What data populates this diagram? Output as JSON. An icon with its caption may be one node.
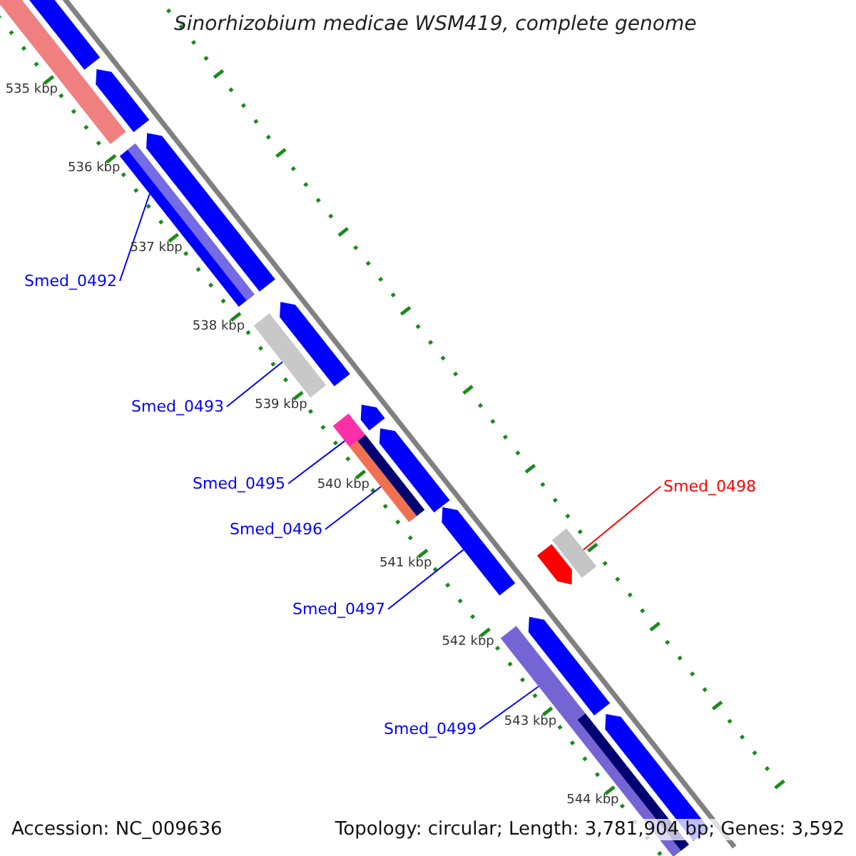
{
  "diagram": {
    "title": "Sinorhizobium medicae WSM419, complete genome",
    "nodes": [
      {
        "text": [
          "Smed_0492"
        ]
      },
      {
        "text": [
          "Smed_0493"
        ]
      },
      {
        "text": [
          "Smed_0495"
        ]
      },
      {
        "text": [
          "Smed_0496"
        ]
      },
      {
        "text": [
          "Smed_0497"
        ]
      },
      {
        "text": [
          "Smed_0498"
        ]
      },
      {
        "text": [
          "Smed_0499"
        ]
      },
      {
        "text": [],
        "shape": "bar"
      },
      {
        "text": [],
        "shape": "bar"
      },
      {
        "text": [],
        "shape": "bar"
      },
      {
        "text": [],
        "shape": "bar"
      },
      {
        "text": [],
        "shape": "bar",
        "in": 10
      },
      {
        "text": [],
        "shape": "bar"
      },
      {
        "text": [],
        "shape": "bar"
      },
      {
        "text": [],
        "shape": "bar"
      },
      {
        "text": [],
        "shape": "bar"
      },
      {
        "text": [],
        "shape": "bar"
      },
      {
        "text": [],
        "shape": "bar"
      },
      {
        "text": [],
        "shape": "bar"
      },
      {
        "text": [],
        "shape": "bar"
      },
      {
        "text": [],
        "shape": "bar"
      },
      {
        "text": [],
        "shape": "bar"
      },
      {
        "text": [],
        "shape": "bar"
      },
      {
        "text": [],
        "shape": "bar"
      },
      {
        "text": [],
        "shape": "bar",
        "in": 23
      },
      {
        "text": [],
        "shape": "bar"
      },
      {
        "text": [],
        "shape": "bar"
      }
    ],
    "edges": [
      {
        "from": 0,
        "to": 10,
        "arrow": "none"
      },
      {
        "from": 1,
        "to": 13,
        "arrow": "none"
      },
      {
        "from": 2,
        "to": 15,
        "arrow": "none"
      },
      {
        "from": 3,
        "to": 18,
        "arrow": "none"
      },
      {
        "from": 4,
        "to": 20,
        "arrow": "none"
      },
      {
        "from": 5,
        "to": 22,
        "arrow": "none",
        "color": "#ff0000"
      },
      {
        "from": 6,
        "to": 23,
        "arrow": "none"
      }
    ],
    "labels": [
      "535 kbp",
      "536 kbp",
      "537 kbp",
      "538 kbp",
      "539 kbp",
      "540 kbp",
      "541 kbp",
      "542 kbp",
      "543 kbp",
      "544 kbp",
      "Accession: NC_009636",
      "Topology: circular; Length: 3,781,904 bp; Genes: 3,592"
    ]
  }
}
